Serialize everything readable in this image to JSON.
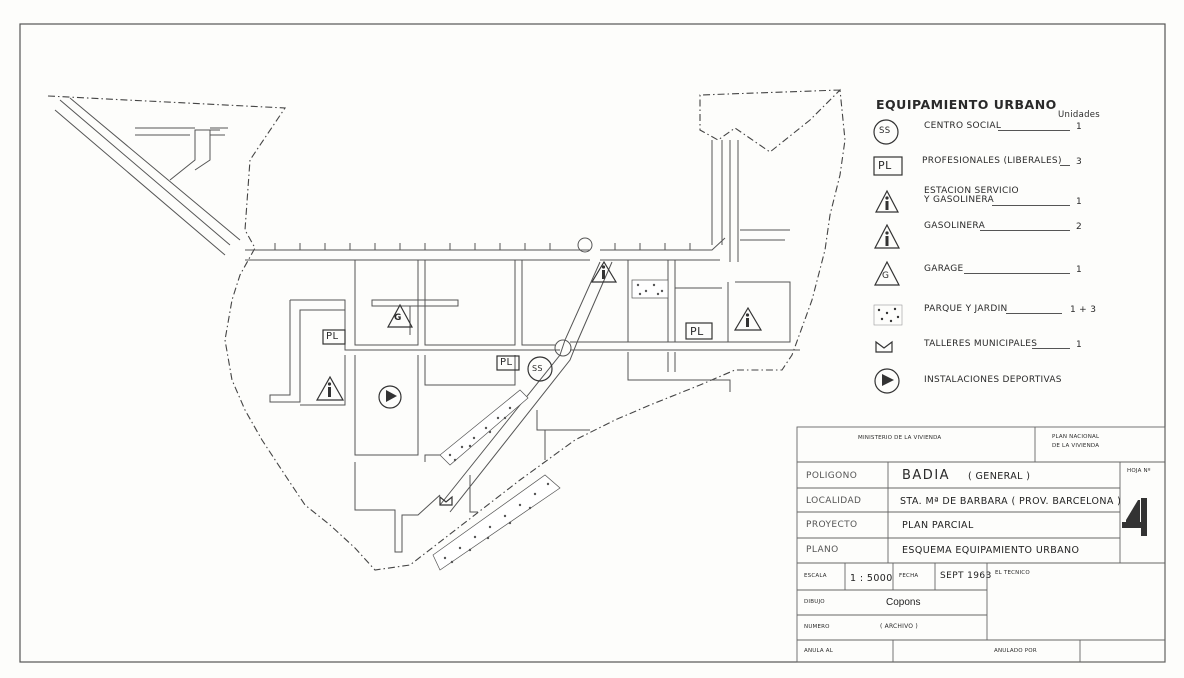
{
  "legend": {
    "title": "EQUIPAMIENTO URBANO",
    "units_header": "Unidades",
    "items": [
      {
        "icon": "ss-circle-icon",
        "symbol": "SS",
        "label": "CENTRO SOCIAL",
        "count": "1"
      },
      {
        "icon": "pl-box-icon",
        "symbol": "PL",
        "label": "PROFESIONALES  (LIBERALES)",
        "count": "3"
      },
      {
        "icon": "service-station-icon",
        "label_line1": "ESTACION  SERVICIO",
        "label_line2": "Y  GASOLINERA",
        "count": "1"
      },
      {
        "icon": "gas-station-icon",
        "label": "GASOLINERA",
        "count": "2"
      },
      {
        "icon": "garage-icon",
        "symbol": "G",
        "label": "GARAGE",
        "count": "1"
      },
      {
        "icon": "park-dots-icon",
        "label": "PARQUE  Y  JARDIN",
        "count": "1 + 3"
      },
      {
        "icon": "workshop-icon",
        "label": "TALLERES  MUNICIPALES",
        "count": "1"
      },
      {
        "icon": "sports-flag-icon",
        "label": "INSTALACIONES  DEPORTIVAS",
        "count": ""
      }
    ]
  },
  "map": {
    "pl_label": "PL",
    "ss_label": "SS",
    "g_label": "G"
  },
  "title_block": {
    "ministry": "MINISTERIO  DE  LA  VIVIENDA",
    "plan_line1": "PLAN  NACIONAL",
    "plan_line2": "DE  LA  VIVIENDA",
    "poligono_label": "POLIGONO",
    "poligono_value": "BADIA",
    "poligono_extra": "( GENERAL )",
    "hoja_label": "HOJA  Nº",
    "localidad_label": "LOCALIDAD",
    "localidad_value": "STA. Mª  DE  BARBARA   ( PROV.  BARCELONA )",
    "proyecto_label": "PROYECTO",
    "proyecto_value": "PLAN  PARCIAL",
    "plano_label": "PLANO",
    "plano_value": "ESQUEMA  EQUIPAMIENTO  URBANO",
    "escala_label": "ESCALA",
    "escala_value": "1 : 5000",
    "fecha_label": "FECHA",
    "fecha_value": "SEPT 1963",
    "tecnico_label": "EL  TECNICO",
    "dibujo_label": "DIBUJO",
    "dibujo_value": "Copons",
    "numero_label": "NUMERO",
    "archivo_value": "( ARCHIVO )",
    "anula_label": "ANULA  AL",
    "anulado_label": "ANULADO  POR"
  }
}
